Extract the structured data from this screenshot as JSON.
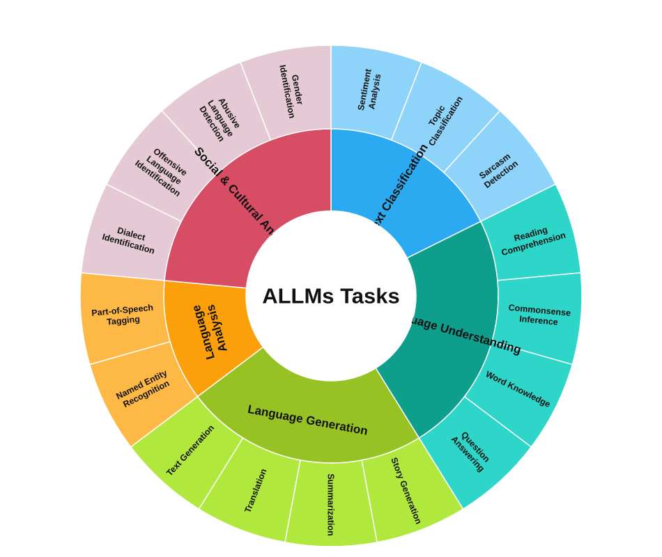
{
  "title": "ALLMs Tasks",
  "chart_data": {
    "type": "sunburst",
    "center_label": "ALLMs Tasks",
    "categories": [
      {
        "name": "Text Classification",
        "color": "#2BAAF2",
        "leaf_color": "#8DD3FA",
        "label_lines": [
          "Text Classification"
        ],
        "children": [
          {
            "name": "Sentiment Analysis",
            "lines": [
              "Sentiment",
              "Analysis"
            ]
          },
          {
            "name": "Topic Classification",
            "lines": [
              "Topic",
              "Classification"
            ]
          },
          {
            "name": "Sarcasm Detection",
            "lines": [
              "Sarcasm",
              "Detection"
            ]
          }
        ]
      },
      {
        "name": "Language Understanding",
        "color": "#0E9E8C",
        "leaf_color": "#2DD6C8",
        "label_lines": [
          "Language Understanding"
        ],
        "children": [
          {
            "name": "Reading Comprehension",
            "lines": [
              "Reading",
              "Comprehension"
            ]
          },
          {
            "name": "Commonsense Inference",
            "lines": [
              "Commonsense",
              "Inference"
            ]
          },
          {
            "name": "Word Knowledge",
            "lines": [
              "Word Knowledge"
            ]
          },
          {
            "name": "Question Answering",
            "lines": [
              "Question",
              "Answering"
            ]
          }
        ]
      },
      {
        "name": "Language Generation",
        "color": "#96C223",
        "leaf_color": "#B1E83D",
        "label_lines": [
          "Language Generation"
        ],
        "children": [
          {
            "name": "Story Generation",
            "lines": [
              "Story Generation"
            ]
          },
          {
            "name": "Summarization",
            "lines": [
              "Summarization"
            ]
          },
          {
            "name": "Translation",
            "lines": [
              "Translation"
            ]
          },
          {
            "name": "Text Generation",
            "lines": [
              "Text Generation"
            ]
          }
        ]
      },
      {
        "name": "Language Analysis",
        "color": "#FB9F0B",
        "leaf_color": "#FDB845",
        "label_lines": [
          "Language",
          "Analysis"
        ],
        "children": [
          {
            "name": "Named Entity Recognition",
            "lines": [
              "Named Entity",
              "Recognition"
            ]
          },
          {
            "name": "Part-of-Speech Tagging",
            "lines": [
              "Part-of-Speech",
              "Tagging"
            ]
          }
        ]
      },
      {
        "name": "Social & Cultural Analysis",
        "color": "#D64D64",
        "leaf_color": "#E5CAD5",
        "label_lines": [
          "Social & Cultural Analysis"
        ],
        "children": [
          {
            "name": "Dialect Identification",
            "lines": [
              "Dialect",
              "Identification"
            ]
          },
          {
            "name": "Offensive Language Identification",
            "lines": [
              "Offensive",
              "Language",
              "Identification"
            ]
          },
          {
            "name": "Abusive Language Detection",
            "lines": [
              "Abusive",
              "Language",
              "Detection"
            ]
          },
          {
            "name": "Gender Identification",
            "lines": [
              "Gender",
              "Identification"
            ]
          }
        ]
      }
    ]
  }
}
